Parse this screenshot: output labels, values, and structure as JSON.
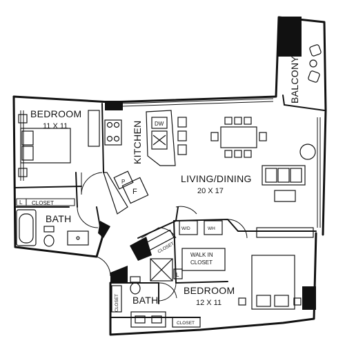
{
  "rooms": {
    "bedroom1": {
      "name": "BEDROOM",
      "dims": "11 X 11"
    },
    "kitchen": {
      "name": "KITCHEN"
    },
    "living": {
      "name": "LIVING/DINING",
      "dims": "20 X 17"
    },
    "balcony": {
      "name": "BALCONY"
    },
    "bath1": {
      "name": "BATH"
    },
    "closet1": {
      "name": "CLOSET"
    },
    "walkin_line1": {
      "name": "WALK IN"
    },
    "walkin_line2": {
      "name": "CLOSET"
    },
    "bedroom2": {
      "name": "BEDROOM",
      "dims": "12 X 11"
    },
    "bath2": {
      "name": "BATH"
    },
    "closet2": {
      "name": "CLOSET"
    },
    "closet3": {
      "name": "CLOSET"
    },
    "closet4": {
      "name": "CLOSET"
    }
  },
  "fixtures": {
    "dw": "DW",
    "pantry": "P",
    "fridge": "F",
    "wd": "W/D",
    "wh": "WH",
    "linen1": "L",
    "linen2": "L"
  }
}
